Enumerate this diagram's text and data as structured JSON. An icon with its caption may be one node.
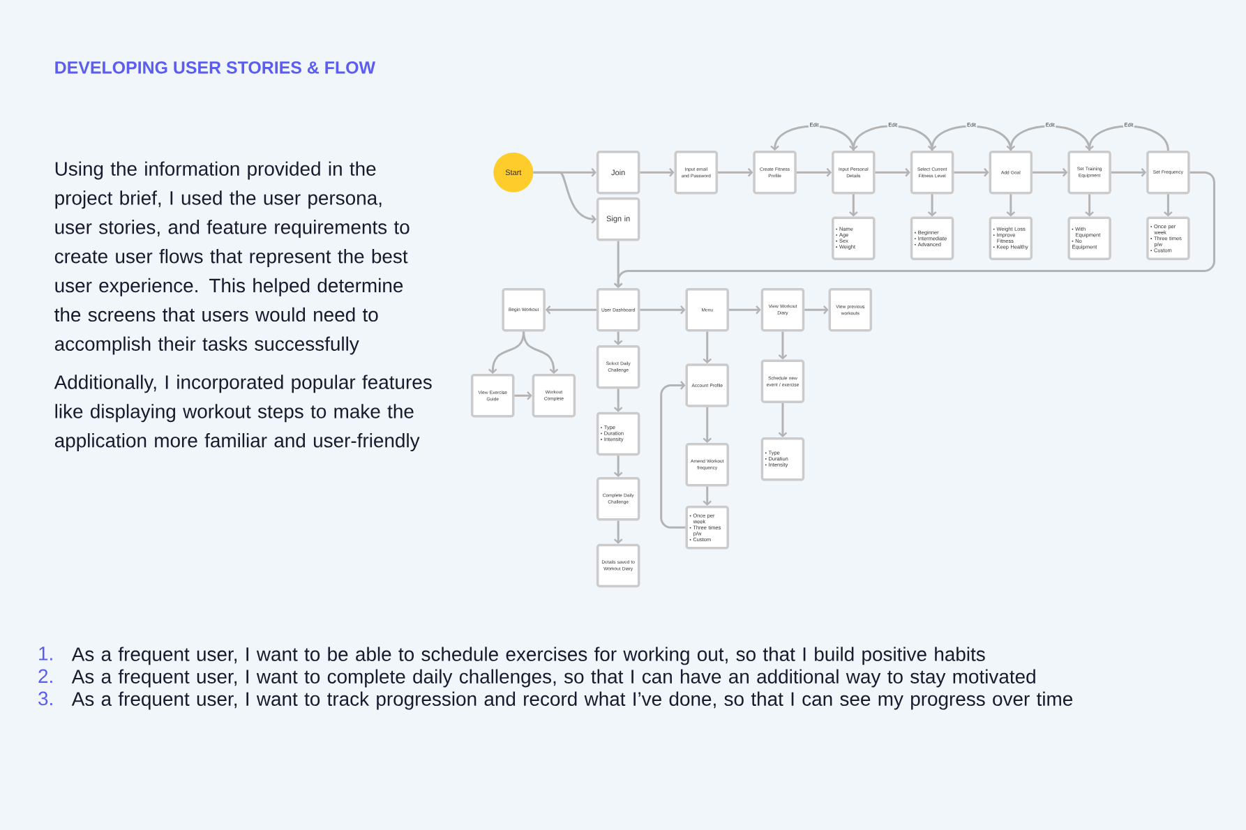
{
  "diagram": {
    "title": "DEVELOPING USER STORIES & FLOW",
    "nodes": [
      {
        "text": [
          "Start"
        ]
      },
      {
        "text": [
          "Join"
        ]
      },
      {
        "text": [
          "Input email and Password"
        ]
      },
      {
        "text": [
          "Create Fitness Profile"
        ]
      },
      {
        "text": [
          "Input Personal Details"
        ]
      },
      {
        "text": [
          "Select Current Fitness Level"
        ]
      },
      {
        "text": [
          "Add Goal"
        ]
      },
      {
        "text": [
          "Set Training Equipment"
        ]
      },
      {
        "text": [
          "Set Frequency"
        ]
      },
      {
        "text": [
          "Sign in"
        ]
      },
      {
        "text": [
          "Name",
          "Age",
          "Sex",
          "Weight"
        ]
      },
      {
        "text": [
          "Beginner",
          "Intermediate",
          "Advanced"
        ]
      },
      {
        "text": [
          "Weight Loss",
          "Improve Fitness",
          "Keep Healthy"
        ]
      },
      {
        "text": [
          "With Equipment",
          "No Equipment"
        ]
      },
      {
        "text": [
          "Once per week",
          "Three times p/w",
          "Custom"
        ]
      },
      {
        "text": [
          "User Dashboard"
        ]
      },
      {
        "text": [
          "Begin Workout"
        ]
      },
      {
        "text": [
          "Menu"
        ]
      },
      {
        "text": [
          "View Workout Diary"
        ]
      },
      {
        "text": [
          "View previous workouts"
        ]
      },
      {
        "text": [
          "Select Daily Challenge"
        ]
      },
      {
        "text": [
          "View Exercise Guide"
        ]
      },
      {
        "text": [
          "Workout Complete"
        ]
      },
      {
        "text": [
          "Account Profile"
        ]
      },
      {
        "text": [
          "Schedule new event / exercise"
        ]
      },
      {
        "text": [
          "Type",
          "Duration",
          "Intensity"
        ]
      },
      {
        "text": [
          "Complete Daily Challenge"
        ]
      },
      {
        "text": [
          "Amend Workout frequency"
        ]
      },
      {
        "text": [
          "Type",
          "Duration",
          "Intensity"
        ]
      },
      {
        "text": [
          "Once per week",
          "Three times p/w",
          "Custom"
        ]
      },
      {
        "text": [
          "Details saved to Workout Diary"
        ]
      }
    ],
    "edges": [
      {
        "from": 0,
        "to": 1,
        "arrow": "to"
      },
      {
        "from": 0,
        "to": 9,
        "arrow": "to"
      },
      {
        "from": 1,
        "to": 2,
        "arrow": "to"
      },
      {
        "from": 2,
        "to": 3,
        "arrow": "to"
      },
      {
        "from": 3,
        "to": 4,
        "arrow": "to"
      },
      {
        "from": 4,
        "to": 5,
        "arrow": "to"
      },
      {
        "from": 5,
        "to": 6,
        "arrow": "to"
      },
      {
        "from": 6,
        "to": 7,
        "arrow": "to"
      },
      {
        "from": 7,
        "to": 8,
        "arrow": "to"
      },
      {
        "from": 4,
        "to": 3,
        "arrow": "to",
        "label": "Edit"
      },
      {
        "from": 5,
        "to": 4,
        "arrow": "to",
        "label": "Edit"
      },
      {
        "from": 6,
        "to": 5,
        "arrow": "to",
        "label": "Edit"
      },
      {
        "from": 7,
        "to": 6,
        "arrow": "to",
        "label": "Edit"
      },
      {
        "from": 8,
        "to": 7,
        "arrow": "to",
        "label": "Edit"
      },
      {
        "from": 4,
        "to": 10,
        "arrow": "to"
      },
      {
        "from": 5,
        "to": 11,
        "arrow": "to"
      },
      {
        "from": 6,
        "to": 12,
        "arrow": "to"
      },
      {
        "from": 7,
        "to": 13,
        "arrow": "to"
      },
      {
        "from": 8,
        "to": 14,
        "arrow": "to"
      },
      {
        "from": 9,
        "to": 15,
        "arrow": "to"
      },
      {
        "from": 8,
        "to": 15,
        "arrow": "to"
      },
      {
        "from": 15,
        "to": 16,
        "arrow": "to"
      },
      {
        "from": 15,
        "to": 17,
        "arrow": "to"
      },
      {
        "from": 17,
        "to": 18,
        "arrow": "to"
      },
      {
        "from": 18,
        "to": 19,
        "arrow": "to"
      },
      {
        "from": 15,
        "to": 20,
        "arrow": "to"
      },
      {
        "from": 20,
        "to": 25,
        "arrow": "to"
      },
      {
        "from": 25,
        "to": 26,
        "arrow": "to"
      },
      {
        "from": 26,
        "to": 30,
        "arrow": "to"
      },
      {
        "from": 16,
        "to": 21,
        "arrow": "to"
      },
      {
        "from": 16,
        "to": 22,
        "arrow": "to"
      },
      {
        "from": 21,
        "to": 22,
        "arrow": "to"
      },
      {
        "from": 17,
        "to": 23,
        "arrow": "to"
      },
      {
        "from": 23,
        "to": 27,
        "arrow": "to"
      },
      {
        "from": 27,
        "to": 29,
        "arrow": "to"
      },
      {
        "from": 29,
        "to": 23,
        "arrow": "to"
      },
      {
        "from": 18,
        "to": 24,
        "arrow": "to"
      },
      {
        "from": 24,
        "to": 28,
        "arrow": "to"
      }
    ],
    "labels": [
      "Using the information provided in the project brief, I used the user persona, user stories, and feature requirements to create user flows that represent the best user experience. This helped determine the screens that users would need to accomplish their tasks successfully",
      "Additionally, I incorporated popular features like displaying workout steps to make the application more familiar and user-friendly",
      "1.",
      "As a frequent user, I want to be able to schedule exercises for working out, so that I build positive habits",
      "2.",
      "As a frequent user, I want to complete daily challenges, so that I can have an additional way to stay motivated",
      "3.",
      "As a frequent user, I want to track progression and record what I’ve done, so that I can see my progress over time"
    ]
  }
}
